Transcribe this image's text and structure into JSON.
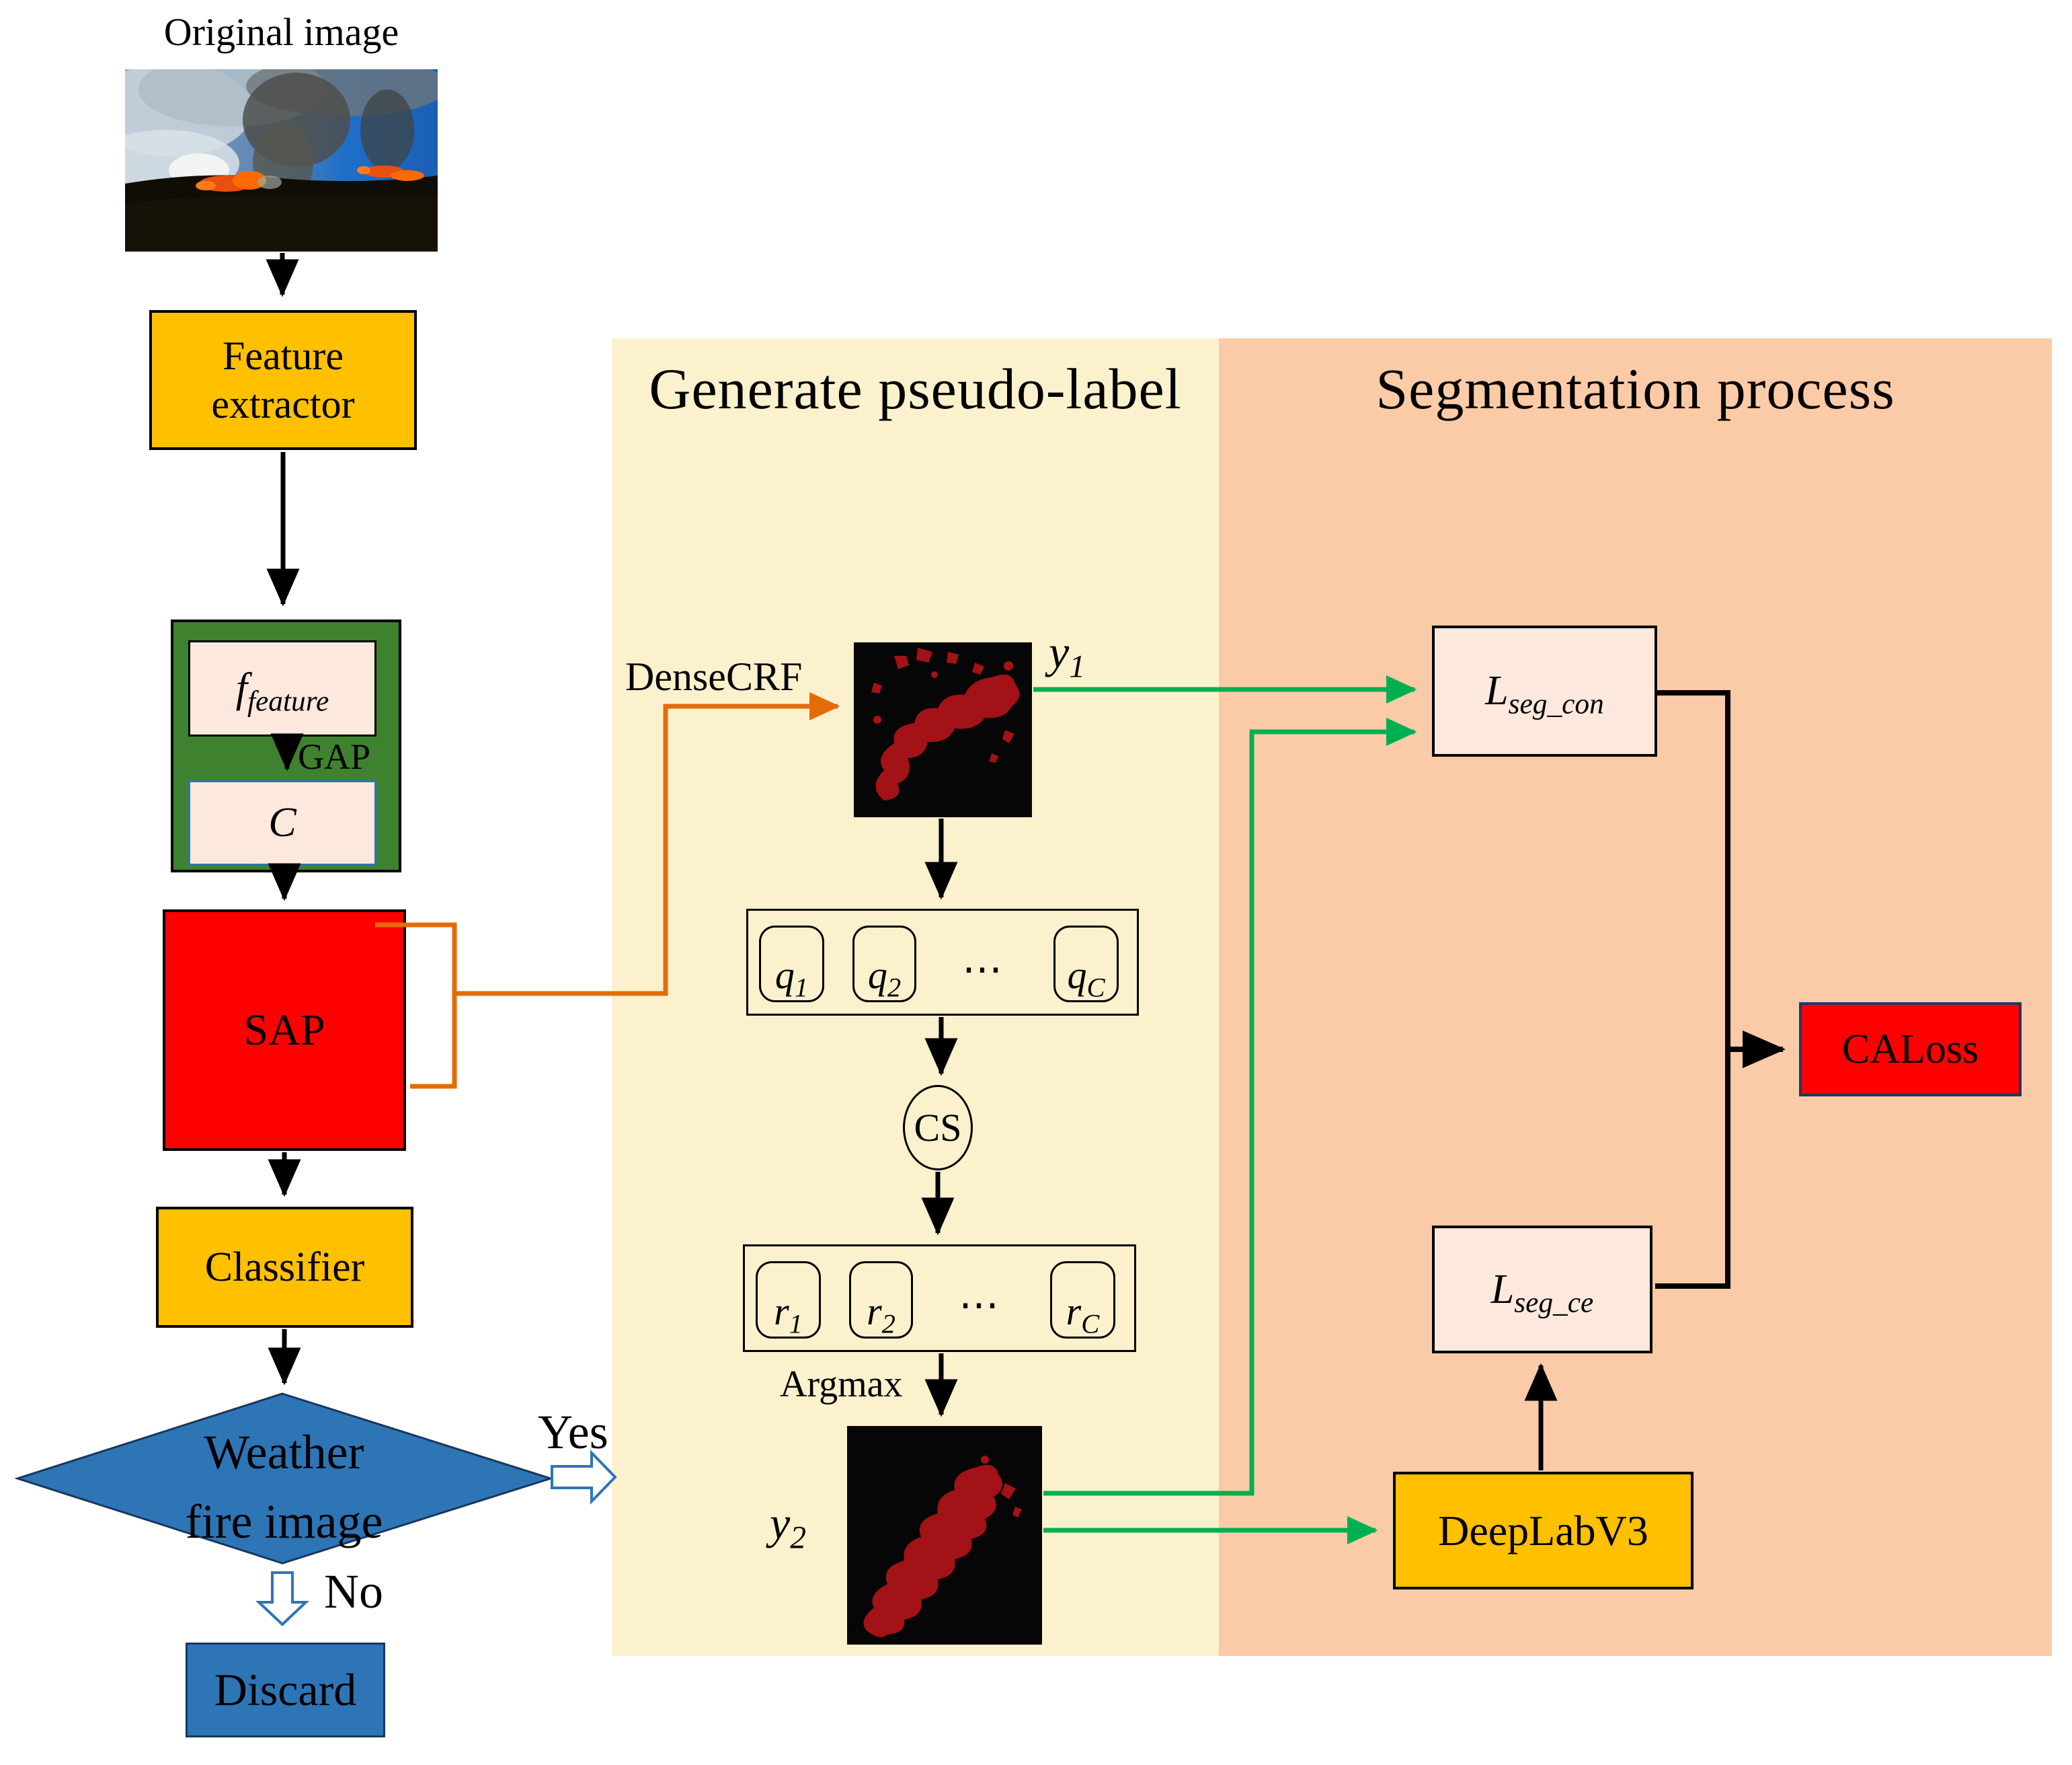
{
  "titles": {
    "pseudo_panel": "Generate pseudo-label",
    "segmentation_panel": "Segmentation process"
  },
  "left_column": {
    "original_image_label": "Original image",
    "feature_extractor_line1": "Feature",
    "feature_extractor_line2": "extractor",
    "f_feature": {
      "base": "f",
      "sub": "feature"
    },
    "gap_label": "GAP",
    "c_label": "C",
    "sap_label": "SAP",
    "classifier_label": "Classifier",
    "decision_line1": "Weather",
    "decision_line2": "fire image",
    "yes_label": "Yes",
    "no_label": "No",
    "discard_label": "Discard"
  },
  "pseudo": {
    "densecrf_label": "DenseCRF",
    "y1_label": {
      "base": "y",
      "sub": "1"
    },
    "q_cells": [
      {
        "base": "q",
        "sub": "1"
      },
      {
        "base": "q",
        "sub": "2"
      },
      {
        "base": "q",
        "sub": "C"
      }
    ],
    "dots": "⋯",
    "cs_label": "CS",
    "r_cells": [
      {
        "base": "r",
        "sub": "1"
      },
      {
        "base": "r",
        "sub": "2"
      },
      {
        "base": "r",
        "sub": "C"
      }
    ],
    "argmax_label": "Argmax",
    "y2_label": {
      "base": "y",
      "sub": "2"
    }
  },
  "segmentation": {
    "l_seg_con": {
      "base": "L",
      "sub": "seg_con"
    },
    "caloss_label": "CALoss",
    "l_seg_ce": {
      "base": "L",
      "sub": "seg_ce"
    },
    "deeplab_label": "DeepLabV3"
  },
  "colors": {
    "pseudo_panel_bg": "#FCF1CD",
    "segmentation_panel_bg": "#FBCBA7",
    "process_box_yellow": "#FFC000",
    "module_group_green": "#3E8230",
    "value_box_pink": "#FCE8DC",
    "alert_red": "#FF0000",
    "decision_blue": "#2E75B6",
    "decision_border": "#17375E",
    "caloss_border": "#1F3864",
    "connector_orange": "#E36C09",
    "connector_green": "#00B050",
    "mask_red": "#A21216"
  }
}
